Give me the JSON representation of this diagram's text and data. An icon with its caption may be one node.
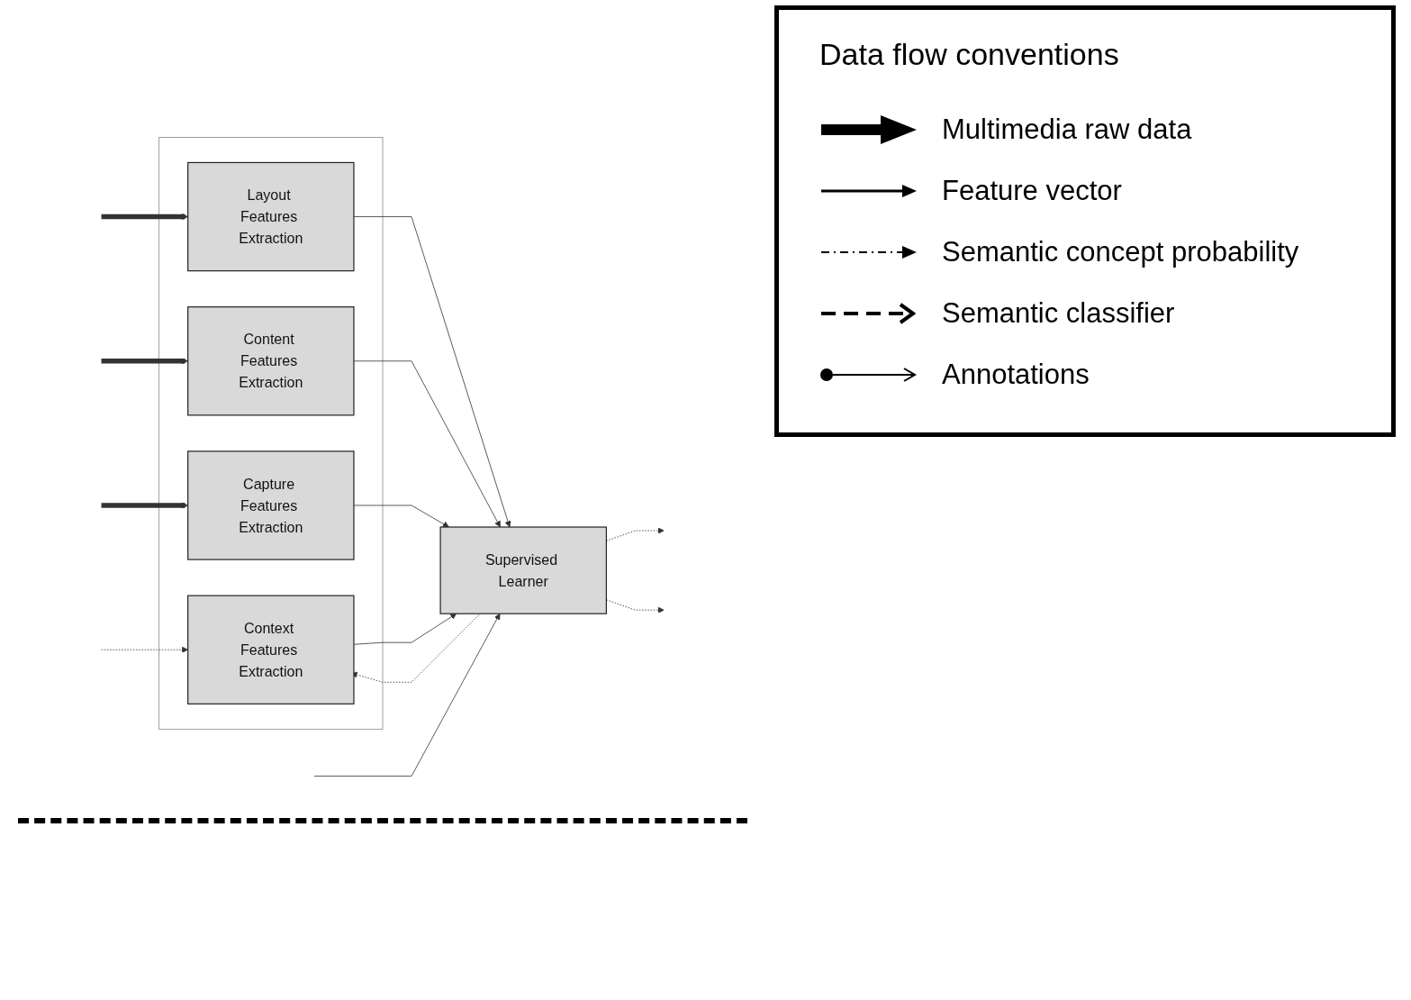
{
  "diagram": {
    "nodes": [
      {
        "text": [],
        "shape": "box"
      },
      {
        "text": [
          "Layout Features Extraction"
        ],
        "in": 0
      },
      {
        "text": [
          "Content Features Extraction"
        ],
        "in": 0
      },
      {
        "text": [
          "Capture Features Extraction"
        ],
        "in": 0
      },
      {
        "text": [
          "Context Features Extraction"
        ],
        "in": 0
      },
      {
        "text": [
          "Supervised Learner"
        ]
      }
    ],
    "edges": [
      {
        "from": null,
        "to": 1,
        "arrow": "to",
        "style": "thick"
      },
      {
        "from": null,
        "to": 2,
        "arrow": "to",
        "style": "thick"
      },
      {
        "from": null,
        "to": 3,
        "arrow": "to",
        "style": "thick"
      },
      {
        "from": null,
        "to": 4,
        "arrow": "to",
        "style": "dashed"
      },
      {
        "from": 1,
        "to": 5,
        "arrow": "to"
      },
      {
        "from": 2,
        "to": 5,
        "arrow": "to"
      },
      {
        "from": 3,
        "to": 5,
        "arrow": "to"
      },
      {
        "from": 4,
        "to": 5,
        "arrow": "to"
      },
      {
        "from": null,
        "to": 5,
        "arrow": "to"
      },
      {
        "from": 5,
        "to": null,
        "arrow": "to",
        "style": "dashed"
      },
      {
        "from": 5,
        "to": 4,
        "arrow": "to",
        "style": "dashed"
      },
      {
        "from": 5,
        "to": null,
        "arrow": "to",
        "style": "dashed"
      }
    ],
    "labels": [
      "Data flow conventions"
    ],
    "legend": [
      {
        "text": "Multimedia raw data"
      },
      {
        "text": "Feature vector"
      },
      {
        "text": "Semantic concept probability"
      },
      {
        "text": "Semantic classifier"
      },
      {
        "text": "Annotations"
      }
    ]
  }
}
